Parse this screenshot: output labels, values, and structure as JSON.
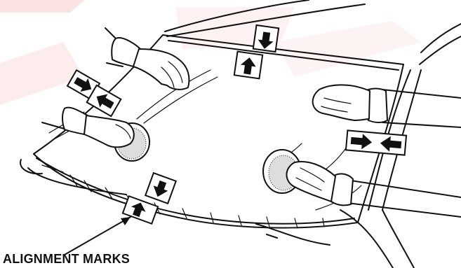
{
  "diagram": {
    "caption": "ALIGNMENT MARKS",
    "colors": {
      "line": "#111111",
      "background": "#ffffff",
      "watermark": "#fbe3e3"
    },
    "subjects": [
      "windshield-glass",
      "vehicle-body",
      "technician-hands",
      "suction-cups",
      "alignment-marks"
    ]
  }
}
